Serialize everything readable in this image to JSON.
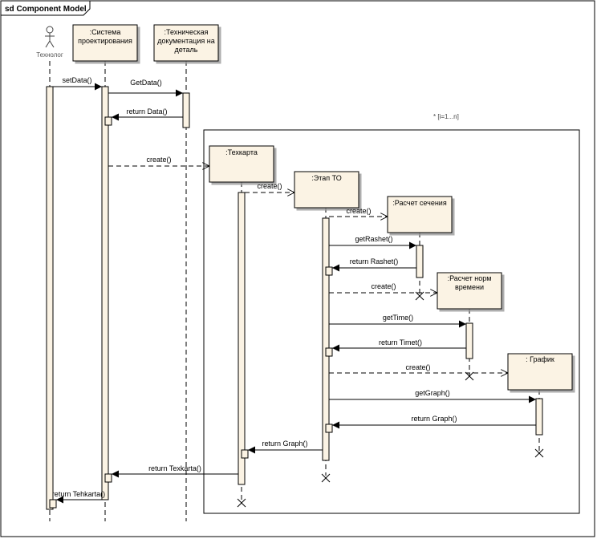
{
  "diagram": {
    "title": "sd Component Model",
    "loop_guard": "* [i=1...n]",
    "actor": {
      "label": "Технолог"
    },
    "lifelines": [
      {
        "id": "system",
        "label_lines": [
          ":Система",
          "проектирования"
        ]
      },
      {
        "id": "docs",
        "label_lines": [
          ":Техническая",
          "документация на",
          "деталь"
        ]
      },
      {
        "id": "techcard",
        "label_lines": [
          ":Техкарта"
        ]
      },
      {
        "id": "stage",
        "label_lines": [
          ":Этап ТО"
        ]
      },
      {
        "id": "section",
        "label_lines": [
          ":Расчет сечения"
        ]
      },
      {
        "id": "norm",
        "label_lines": [
          ":Расчет норм",
          "времени"
        ]
      },
      {
        "id": "graph",
        "label_lines": [
          ": График"
        ]
      }
    ],
    "messages": [
      {
        "label": "setData()",
        "kind": "call"
      },
      {
        "label": "GetData()",
        "kind": "call"
      },
      {
        "label": "return Data()",
        "kind": "return"
      },
      {
        "label": "create()",
        "kind": "create"
      },
      {
        "label": "create()",
        "kind": "create"
      },
      {
        "label": "create()",
        "kind": "create"
      },
      {
        "label": "getRashet()",
        "kind": "call"
      },
      {
        "label": "return Rashet()",
        "kind": "return"
      },
      {
        "label": "create()",
        "kind": "create"
      },
      {
        "label": "getTime()",
        "kind": "call"
      },
      {
        "label": "return  Timet()",
        "kind": "return"
      },
      {
        "label": "create()",
        "kind": "create"
      },
      {
        "label": "getGraph()",
        "kind": "call"
      },
      {
        "label": "return Graph()",
        "kind": "return"
      },
      {
        "label": "return Graph()",
        "kind": "return"
      },
      {
        "label": "return Texkarta()",
        "kind": "return"
      },
      {
        "label": "return Tehkarta()",
        "kind": "return"
      }
    ]
  }
}
